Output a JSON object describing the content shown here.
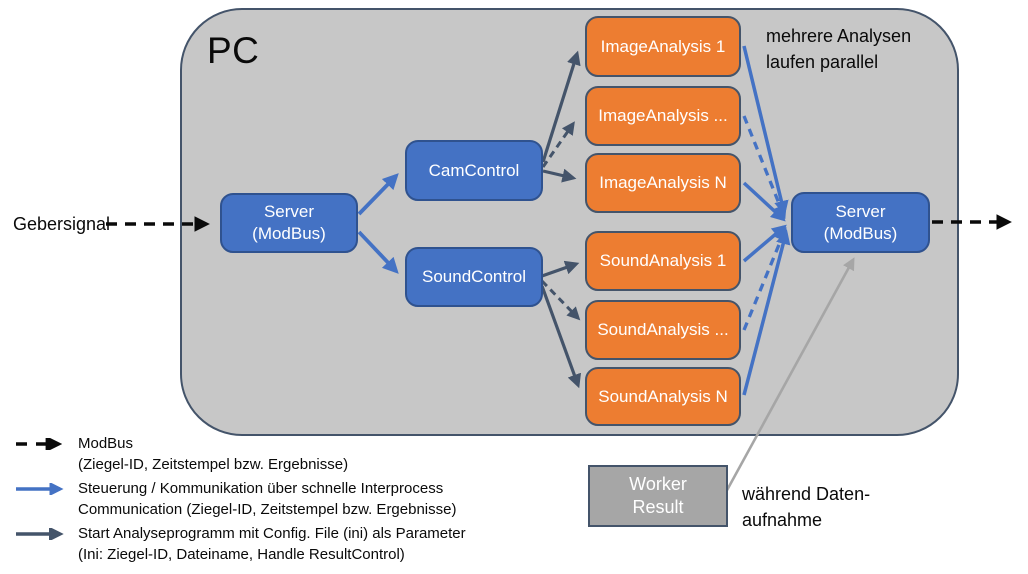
{
  "colors": {
    "node_blue": "#4472C4",
    "node_blue_border": "#2F528F",
    "node_orange": "#ED7D31",
    "node_border_slate": "#44546A",
    "worker_gray": "#A6A6A6",
    "container_gray": "#C7C7C7",
    "arrow_black": "#0a0a0a",
    "arrow_blue": "#4472C4",
    "arrow_slate": "#44546A",
    "arrow_gray": "#A6A6A6"
  },
  "diagram": {
    "pc_label": "PC",
    "input_signal_label": "Gebersignal",
    "parallel_note": "mehrere Analysen\nlaufen parallel",
    "worker_note": "während Daten-\naufnahme",
    "nodes": {
      "server_in": {
        "label": "Server\n(ModBus)",
        "color": "blue"
      },
      "cam_control": {
        "label": "CamControl",
        "color": "blue"
      },
      "sound_control": {
        "label": "SoundControl",
        "color": "blue"
      },
      "image_analysis_1": {
        "label": "ImageAnalysis 1",
        "color": "orange"
      },
      "image_analysis_dots": {
        "label": "ImageAnalysis ...",
        "color": "orange"
      },
      "image_analysis_n": {
        "label": "ImageAnalysis N",
        "color": "orange"
      },
      "sound_analysis_1": {
        "label": "SoundAnalysis 1",
        "color": "orange"
      },
      "sound_analysis_dots": {
        "label": "SoundAnalysis ...",
        "color": "orange"
      },
      "sound_analysis_n": {
        "label": "SoundAnalysis N",
        "color": "orange"
      },
      "server_out": {
        "label": "Server\n(ModBus)",
        "color": "blue"
      },
      "worker_result": {
        "label": "Worker\nResult",
        "color": "gray"
      }
    },
    "edges": [
      {
        "from": "Gebersignal",
        "to": "server_in",
        "type": "modbus-dashed-black"
      },
      {
        "from": "server_in",
        "to": "cam_control",
        "type": "ipc-blue-solid"
      },
      {
        "from": "server_in",
        "to": "sound_control",
        "type": "ipc-blue-solid"
      },
      {
        "from": "cam_control",
        "to": "image_analysis_1",
        "type": "start-slate-solid"
      },
      {
        "from": "cam_control",
        "to": "image_analysis_dots",
        "type": "start-slate-dashed"
      },
      {
        "from": "cam_control",
        "to": "image_analysis_n",
        "type": "start-slate-solid"
      },
      {
        "from": "sound_control",
        "to": "sound_analysis_1",
        "type": "start-slate-solid"
      },
      {
        "from": "sound_control",
        "to": "sound_analysis_dots",
        "type": "start-slate-dashed"
      },
      {
        "from": "sound_control",
        "to": "sound_analysis_n",
        "type": "start-slate-solid"
      },
      {
        "from": "image_analysis_1",
        "to": "server_out",
        "type": "ipc-blue-solid"
      },
      {
        "from": "image_analysis_dots",
        "to": "server_out",
        "type": "ipc-blue-dashed"
      },
      {
        "from": "image_analysis_n",
        "to": "server_out",
        "type": "ipc-blue-solid"
      },
      {
        "from": "sound_analysis_1",
        "to": "server_out",
        "type": "ipc-blue-solid"
      },
      {
        "from": "sound_analysis_dots",
        "to": "server_out",
        "type": "ipc-blue-dashed"
      },
      {
        "from": "sound_analysis_n",
        "to": "server_out",
        "type": "ipc-blue-solid"
      },
      {
        "from": "server_out",
        "to": "external",
        "type": "modbus-dashed-black"
      },
      {
        "from": "worker_result",
        "to": "server_out",
        "type": "gray-solid"
      }
    ]
  },
  "legend": {
    "items": [
      {
        "arrow": "modbus-dashed-black",
        "text": "ModBus\n(Ziegel-ID, Zeitstempel bzw. Ergebnisse)"
      },
      {
        "arrow": "ipc-blue-solid",
        "text": "Steuerung / Kommunikation über schnelle Interprocess\nCommunication (Ziegel-ID, Zeitstempel bzw. Ergebnisse)"
      },
      {
        "arrow": "start-slate-solid",
        "text": "Start Analyseprogramm mit Config. File (ini) als Parameter\n(Ini: Ziegel-ID, Dateiname, Handle ResultControl)"
      }
    ]
  }
}
